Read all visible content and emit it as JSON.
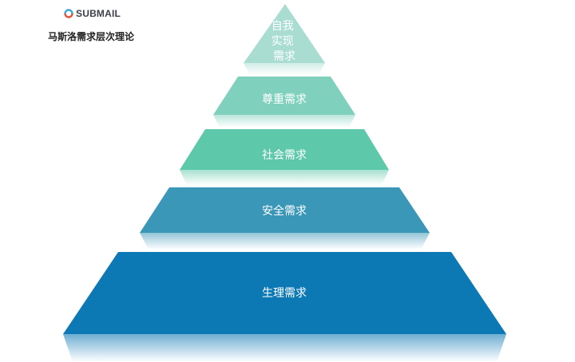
{
  "brand": {
    "name": "SUBMAIL"
  },
  "diagram": {
    "title": "马斯洛需求层次理论",
    "levels": [
      {
        "label_lines": [
          "自我",
          "实现",
          "需求"
        ]
      },
      {
        "label_lines": [
          "尊重需求"
        ]
      },
      {
        "label_lines": [
          "社会需求"
        ]
      },
      {
        "label_lines": [
          "安全需求"
        ]
      },
      {
        "label_lines": [
          "生理需求"
        ]
      }
    ]
  },
  "colors": {
    "level_1": "#a9ddd2",
    "level_2": "#7fd1bd",
    "level_3": "#5ec8aa",
    "level_4": "#3a97b7",
    "level_5": "#0d79b4"
  }
}
